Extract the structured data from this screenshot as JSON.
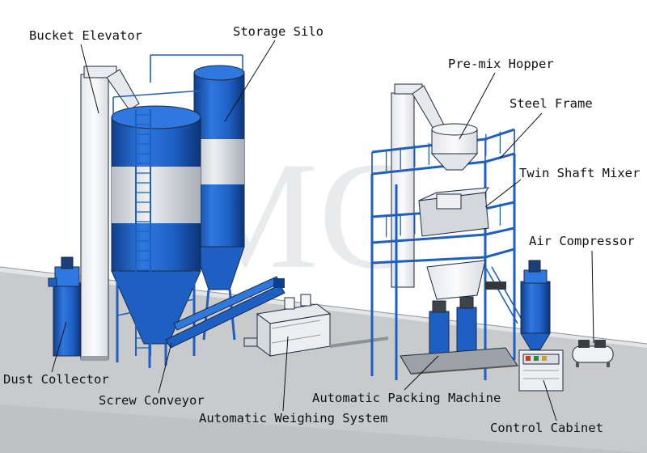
{
  "watermark": "MC",
  "labels": {
    "bucket_elevator": "Bucket Elevator",
    "storage_silo": "Storage Silo",
    "premix_hopper": "Pre-mix Hopper",
    "steel_frame": "Steel Frame",
    "twin_shaft_mixer": "Twin Shaft Mixer",
    "air_compressor": "Air Compressor",
    "dust_collector": "Dust Collector",
    "screw_conveyor": "Screw Conveyor",
    "automatic_packing_machine": "Automatic Packing Machine",
    "automatic_weighing_system": "Automatic Weighing System",
    "control_cabinet": "Control Cabinet"
  },
  "colors": {
    "equipment_blue": "#1e5fc4",
    "equipment_blue_dark": "#0f3f8c",
    "silo_band": "#d9dde3",
    "ground": "#c8cacc",
    "ground_edge": "#8e9296",
    "white_part": "#f2f3f5",
    "line": "#111111"
  }
}
